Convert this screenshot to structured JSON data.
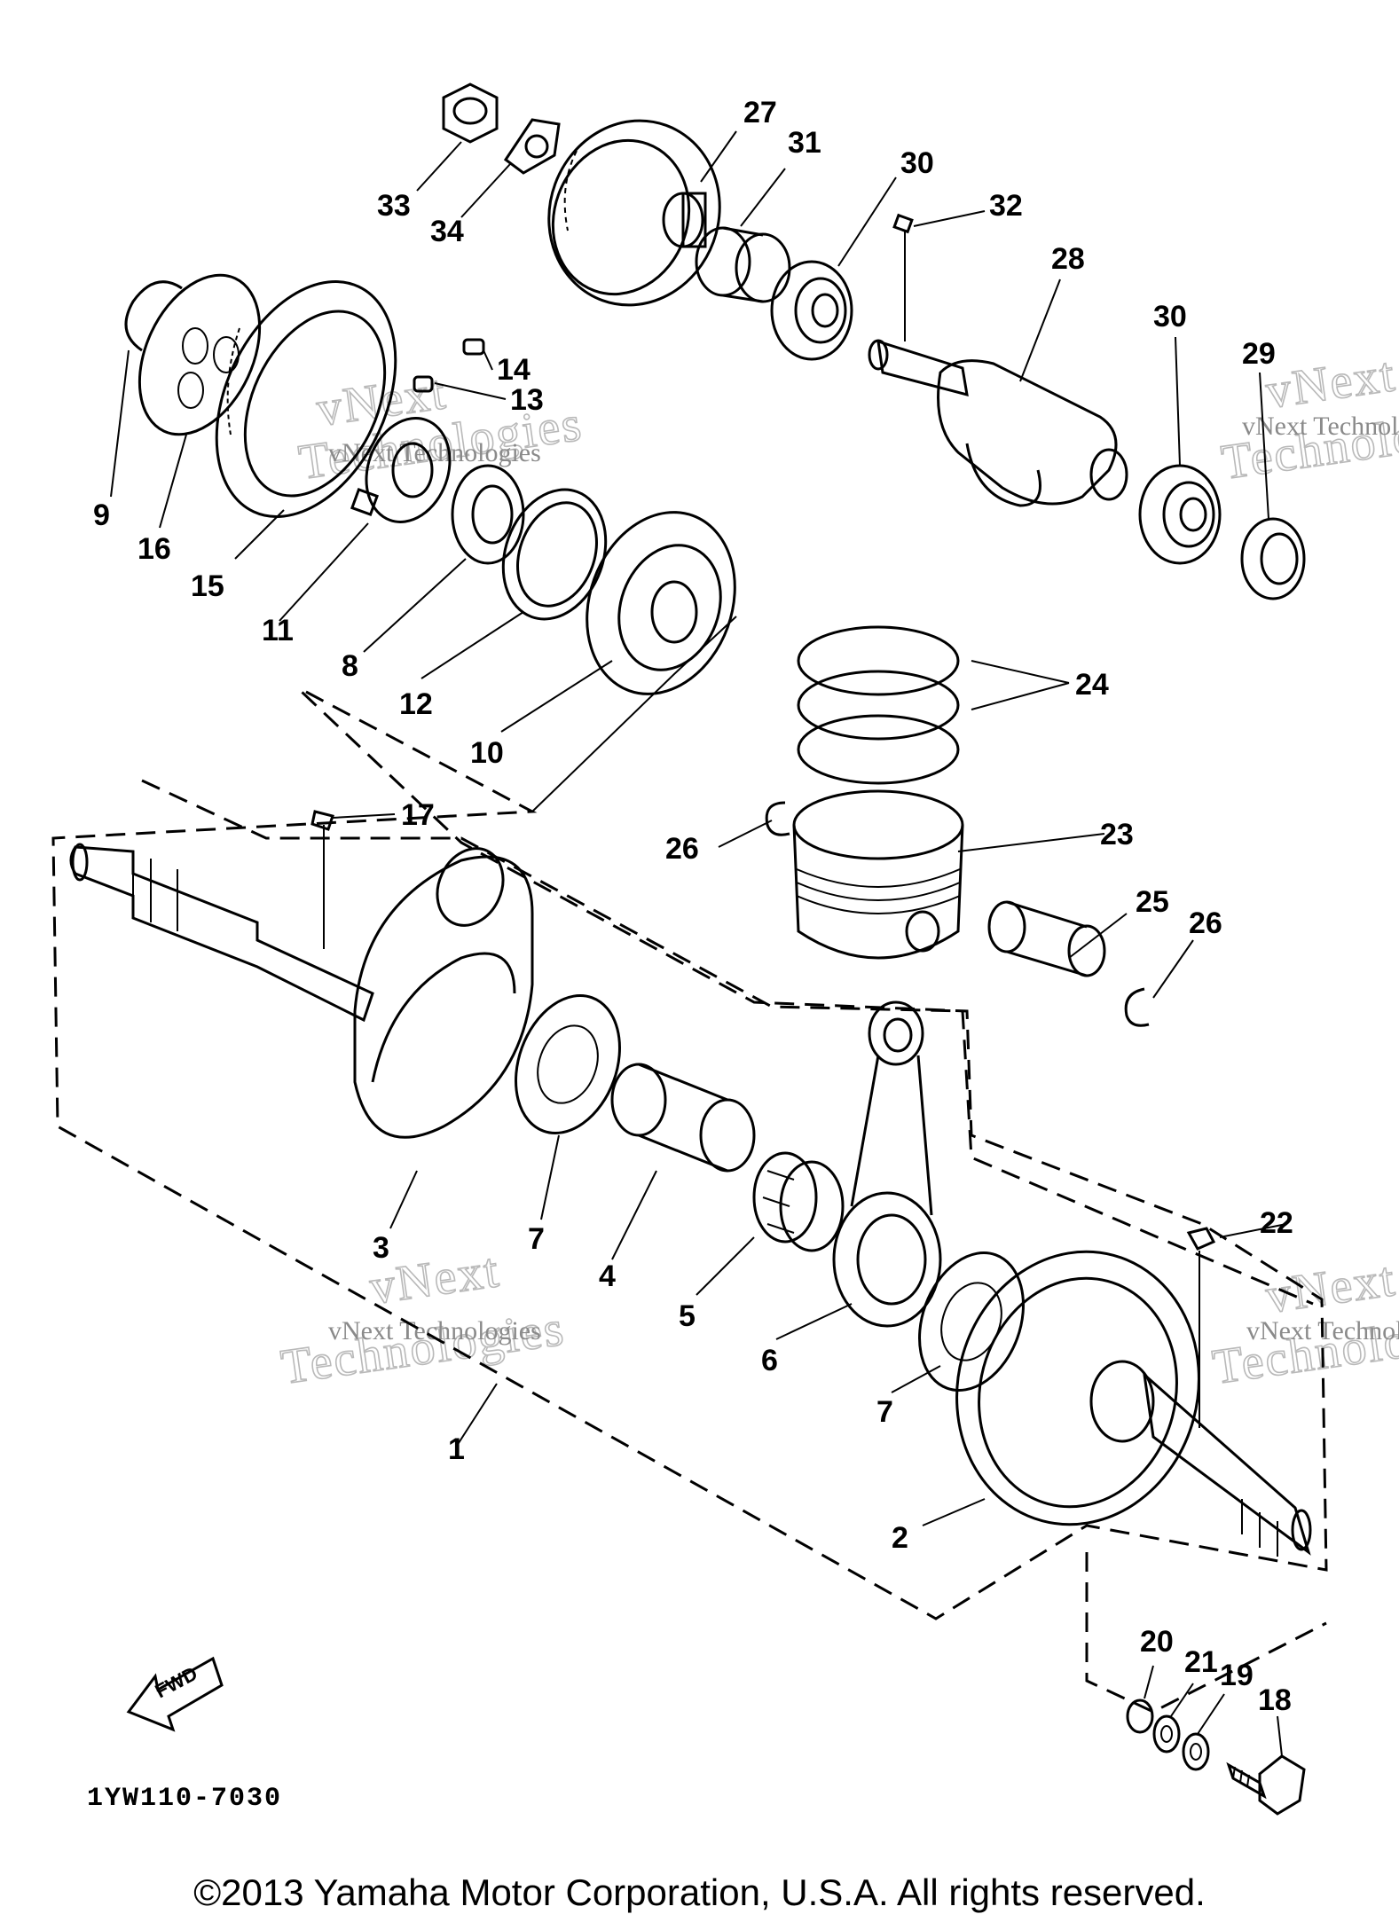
{
  "copyright": "©2013 Yamaha Motor Corporation, U.S.A. All rights reserved.",
  "diagram_code": "1YW110-7030",
  "fwd_label": "FWD",
  "watermark": {
    "company": "vNext Technologies",
    "line1": "vNext",
    "line2": "Technologies"
  },
  "parts": {
    "p1": "1",
    "p2": "2",
    "p3": "3",
    "p4": "4",
    "p5": "5",
    "p6": "6",
    "p7a": "7",
    "p7b": "7",
    "p8": "8",
    "p9": "9",
    "p10": "10",
    "p11": "11",
    "p12": "12",
    "p13": "13",
    "p14": "14",
    "p15": "15",
    "p16": "16",
    "p17": "17",
    "p18": "18",
    "p19": "19",
    "p20": "20",
    "p21": "21",
    "p22": "22",
    "p23": "23",
    "p24": "24",
    "p25": "25",
    "p26a": "26",
    "p26b": "26",
    "p27": "27",
    "p28": "28",
    "p29": "29",
    "p30a": "30",
    "p30b": "30",
    "p31": "31",
    "p32": "32",
    "p33": "33",
    "p34": "34"
  }
}
